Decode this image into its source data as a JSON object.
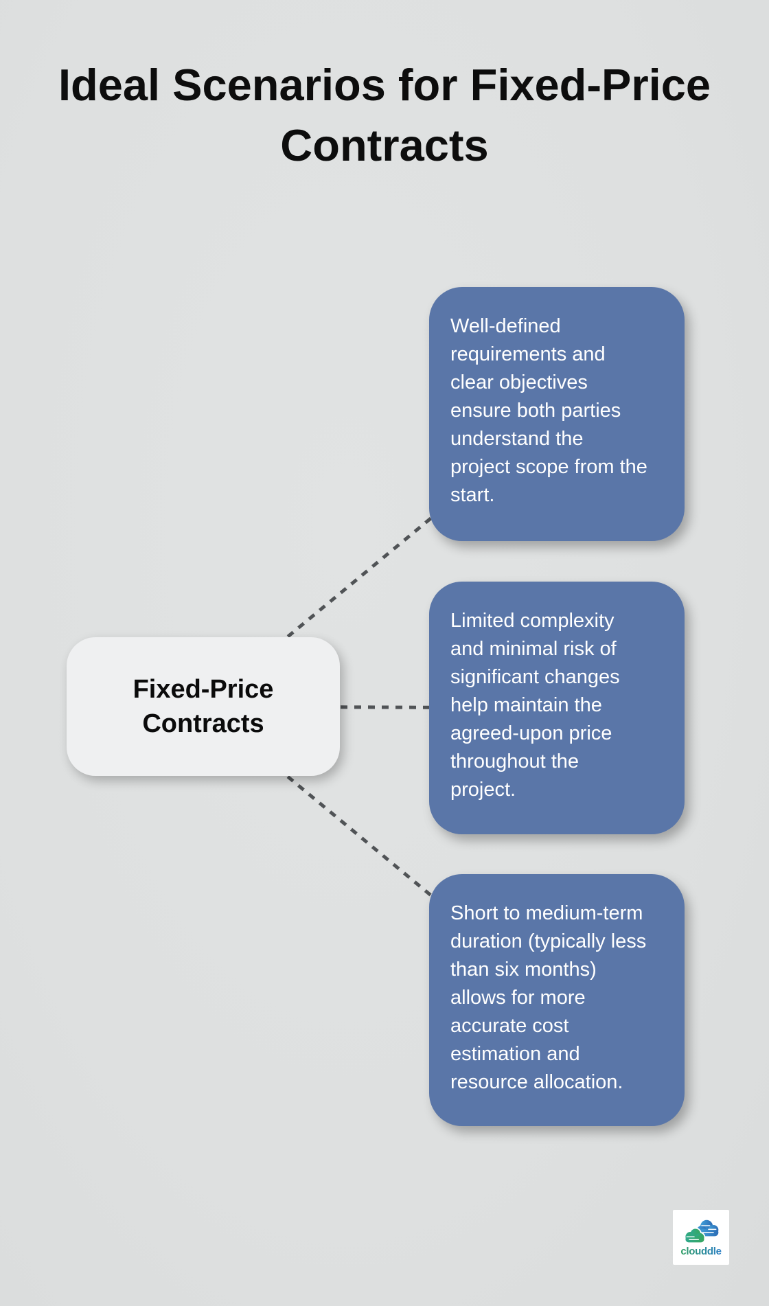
{
  "header": {
    "title": "Ideal Scenarios for Fixed-Price\nContracts"
  },
  "diagram": {
    "root": {
      "label": "Fixed-Price\nContracts"
    },
    "cards": [
      {
        "text": "Well-defined\nrequirements and\nclear objectives\nensure both parties\nunderstand the\nproject scope from the\nstart."
      },
      {
        "text": "Limited complexity\nand minimal risk of\nsignificant changes\nhelp maintain the\nagreed-upon price\nthroughout the\nproject."
      },
      {
        "text": "Short to medium-term\nduration (typically less\nthan six months)\nallows for more\naccurate cost\nestimation and\nresource allocation."
      }
    ]
  },
  "footer": {
    "logo_text": "clouddle"
  },
  "colors": {
    "background": "#dee0e0",
    "card_fill": "#5a76a8",
    "card_text": "#ffffff",
    "node_fill": "#eff0f1",
    "node_text": "#0b0b0b",
    "title_text": "#0d0d0d",
    "connector": "#505356",
    "logo_green": "#2f9e63",
    "logo_blue": "#2b7fc6"
  }
}
